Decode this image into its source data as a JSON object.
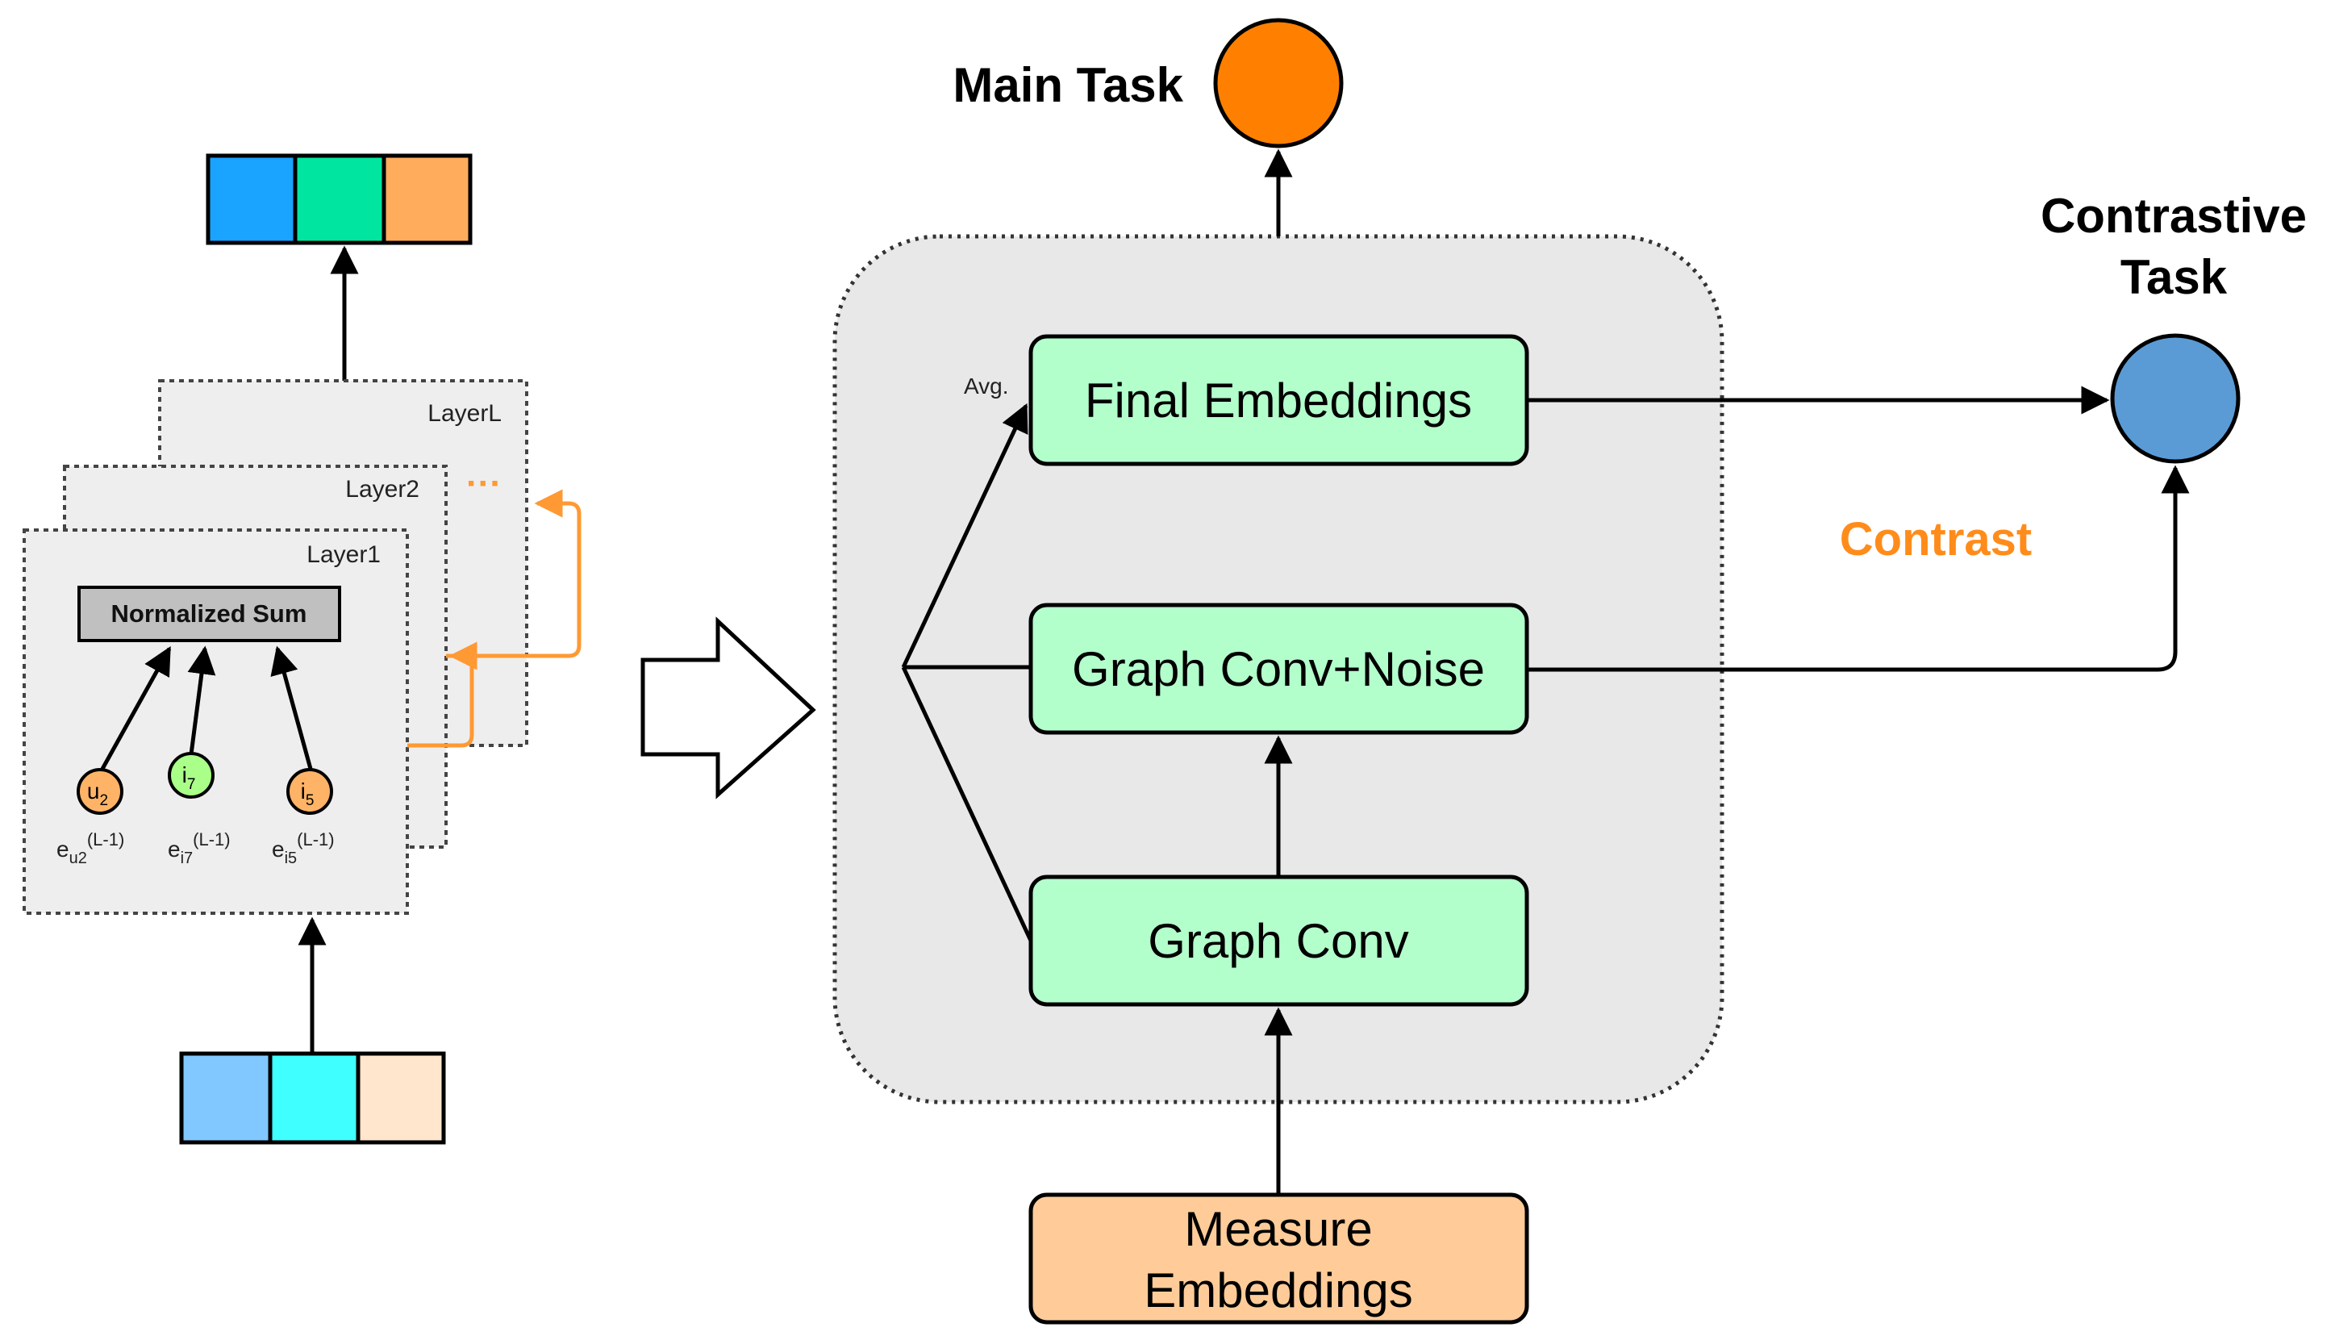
{
  "colors": {
    "main_task_circle": "#ff8000",
    "contrastive_task_circle": "#5b9bd5",
    "green_box": "#b3ffcc",
    "measure_box": "#ffcc99",
    "container_fill": "#e8e8e8",
    "layer_fill": "#eeeeee",
    "normalized_sum_fill": "#c0c0c0",
    "orange_accent": "#ff9933",
    "contrast_text": "#ff8c1a",
    "node_orange": "#ffb366",
    "node_green": "#aaff88",
    "output_vector": [
      "#1aa3ff",
      "#00e6a0",
      "#ffad5c"
    ],
    "input_vector": [
      "#80c8ff",
      "#40ffff",
      "#ffe6cc"
    ]
  },
  "labels": {
    "main_task": "Main Task",
    "contrastive_task_line1": "Contrastive",
    "contrastive_task_line2": "Task",
    "contrast": "Contrast",
    "final_embeddings": "Final Embeddings",
    "graph_conv_noise": "Graph Conv+Noise",
    "graph_conv": "Graph Conv",
    "measure_line1": "Measure",
    "measure_line2": "Embeddings",
    "avg": "Avg."
  },
  "layers": {
    "layerL": "LayerL",
    "layer2": "Layer2",
    "layer1": "Layer1",
    "ellipsis": "···",
    "normalized_sum": "Normalized Sum",
    "nodes": [
      {
        "letter": "u",
        "sub": "2",
        "emb_base": "e",
        "emb_sub": "u2",
        "emb_sup": "(L-1)"
      },
      {
        "letter": "i",
        "sub": "7",
        "emb_base": "e",
        "emb_sub": "i7",
        "emb_sup": "(L-1)"
      },
      {
        "letter": "i",
        "sub": "5",
        "emb_base": "e",
        "emb_sub": "i5",
        "emb_sup": "(L-1)"
      }
    ]
  }
}
